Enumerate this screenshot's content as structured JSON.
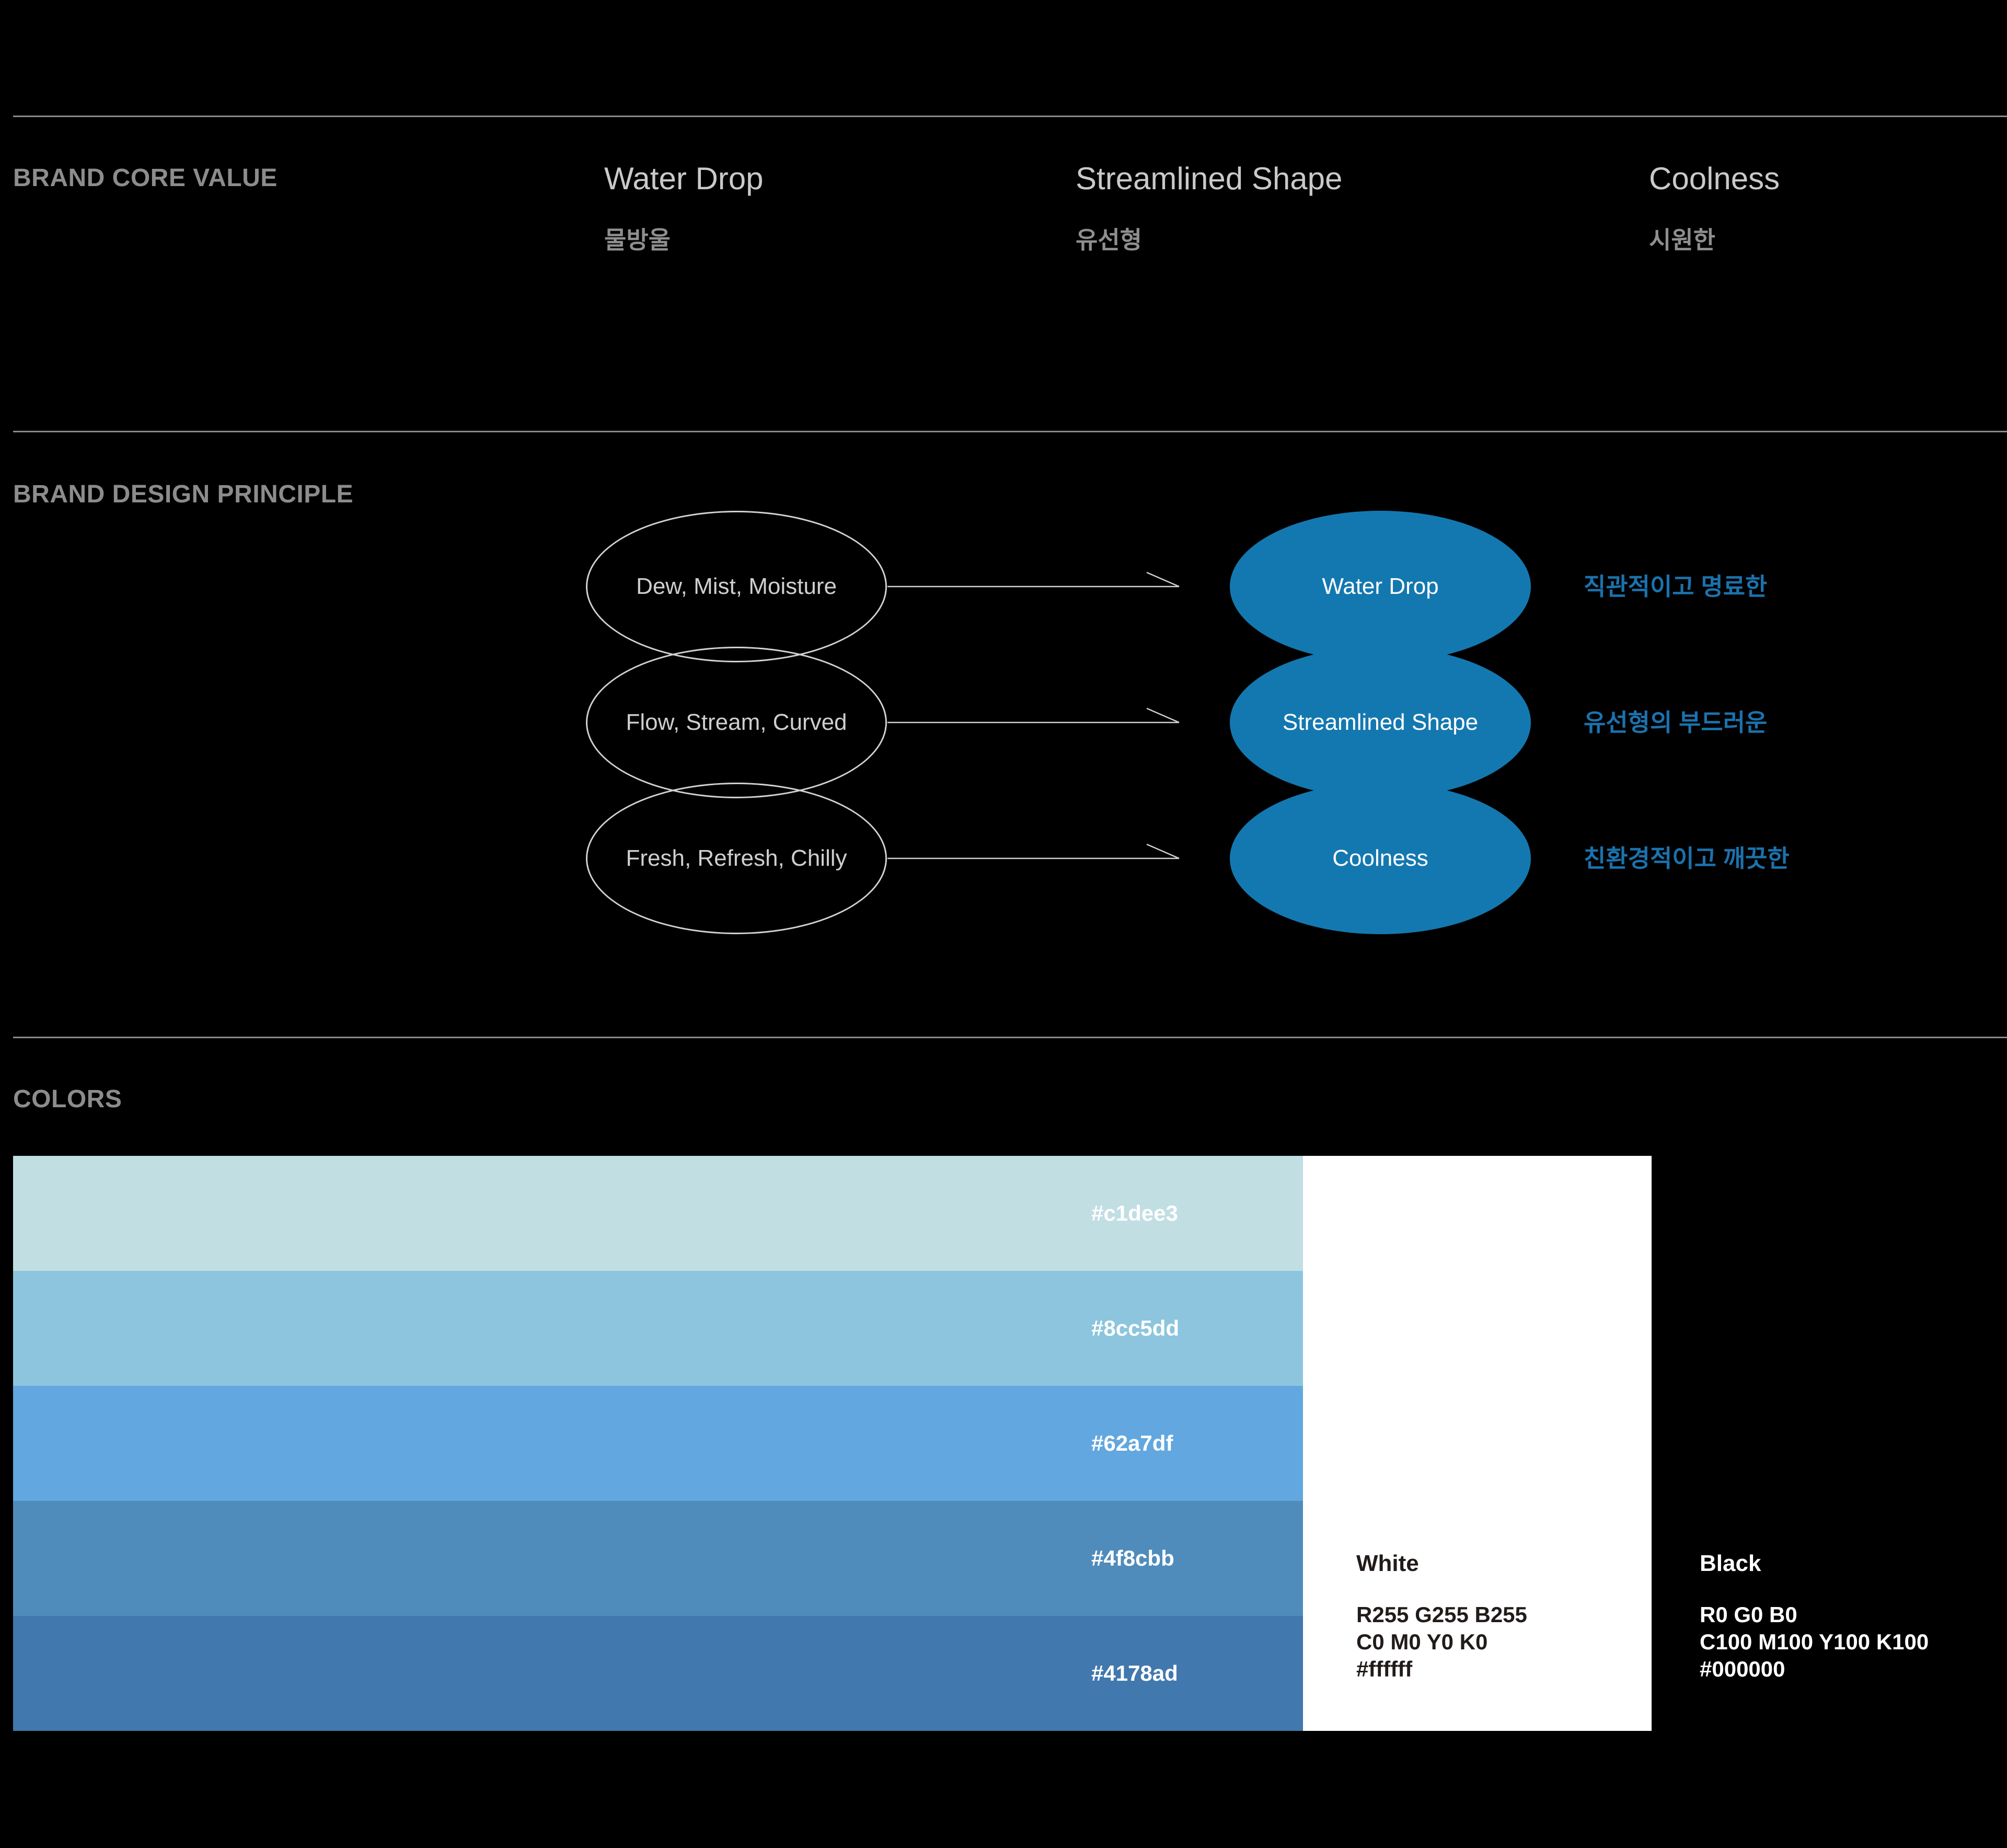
{
  "brand_core_value": {
    "heading": "BRAND CORE VALUE",
    "values": [
      {
        "en": "Water Drop",
        "ko": "물방울"
      },
      {
        "en": "Streamlined Shape",
        "ko": "유선형"
      },
      {
        "en": "Coolness",
        "ko": "시원한"
      }
    ]
  },
  "brand_design_principle": {
    "heading": "BRAND DESIGN PRINCIPLE",
    "mappings": [
      {
        "keywords": "Dew, Mist, Moisture",
        "principle": "Water Drop",
        "description_ko": "직관적이고 명료한"
      },
      {
        "keywords": "Flow, Stream, Curved",
        "principle": "Streamlined Shape",
        "description_ko": "유선형의 부드러운"
      },
      {
        "keywords": "Fresh, Refresh, Chilly",
        "principle": "Coolness",
        "description_ko": "친환경적이고 깨끗한"
      }
    ],
    "accent_fill": "#1478b0",
    "accent_text": "#1b72ad"
  },
  "colors": {
    "heading": "COLORS",
    "palette": [
      {
        "hex": "#c1dee3"
      },
      {
        "hex": "#8cc5dd"
      },
      {
        "hex": "#62a7df"
      },
      {
        "hex": "#4f8cbb"
      },
      {
        "hex": "#4178ad"
      }
    ],
    "white": {
      "name": "White",
      "rgb": "R255 G255 B255",
      "cmyk": "C0 M0 Y0 K0",
      "hex": "#ffffff"
    },
    "black": {
      "name": "Black",
      "rgb": "R0 G0 B0",
      "cmyk": "C100 M100 Y100 K100",
      "hex": "#000000"
    }
  }
}
